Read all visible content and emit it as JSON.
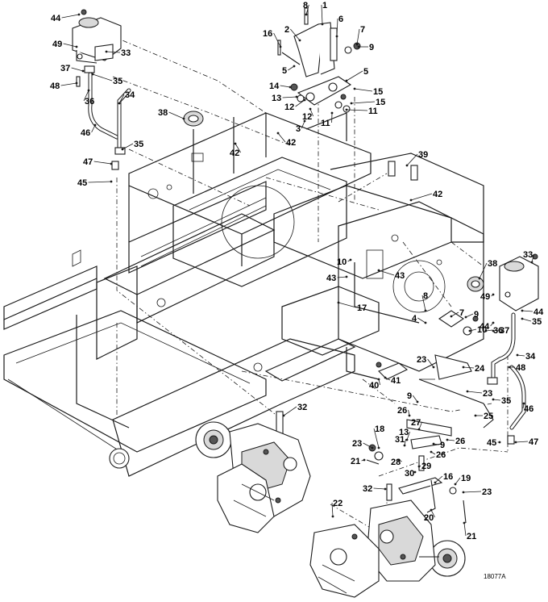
{
  "figure": {
    "figure_id": "18077A",
    "callouts": [
      {
        "label": "44"
      },
      {
        "label": "8"
      },
      {
        "label": "1"
      },
      {
        "label": "6"
      },
      {
        "label": "16"
      },
      {
        "label": "2"
      },
      {
        "label": "7"
      },
      {
        "label": "49"
      },
      {
        "label": "33"
      },
      {
        "label": "9"
      },
      {
        "label": "5"
      },
      {
        "label": "37"
      },
      {
        "label": "48"
      },
      {
        "label": "35"
      },
      {
        "label": "36"
      },
      {
        "label": "34"
      },
      {
        "label": "5"
      },
      {
        "label": "14"
      },
      {
        "label": "15"
      },
      {
        "label": "13"
      },
      {
        "label": "12"
      },
      {
        "label": "15"
      },
      {
        "label": "11"
      },
      {
        "label": "38"
      },
      {
        "label": "12"
      },
      {
        "label": "3"
      },
      {
        "label": "11"
      },
      {
        "label": "46"
      },
      {
        "label": "42"
      },
      {
        "label": "42"
      },
      {
        "label": "35"
      },
      {
        "label": "47"
      },
      {
        "label": "39"
      },
      {
        "label": "45"
      },
      {
        "label": "42"
      },
      {
        "label": "10"
      },
      {
        "label": "43"
      },
      {
        "label": "43"
      },
      {
        "label": "38"
      },
      {
        "label": "33"
      },
      {
        "label": "8"
      },
      {
        "label": "49"
      },
      {
        "label": "17"
      },
      {
        "label": "7"
      },
      {
        "label": "44"
      },
      {
        "label": "9"
      },
      {
        "label": "35"
      },
      {
        "label": "4"
      },
      {
        "label": "44"
      },
      {
        "label": "37"
      },
      {
        "label": "36"
      },
      {
        "label": "10"
      },
      {
        "label": "34"
      },
      {
        "label": "23"
      },
      {
        "label": "24"
      },
      {
        "label": "48"
      },
      {
        "label": "40"
      },
      {
        "label": "41"
      },
      {
        "label": "23"
      },
      {
        "label": "9"
      },
      {
        "label": "35"
      },
      {
        "label": "32"
      },
      {
        "label": "26"
      },
      {
        "label": "25"
      },
      {
        "label": "46"
      },
      {
        "label": "27"
      },
      {
        "label": "18"
      },
      {
        "label": "13"
      },
      {
        "label": "31"
      },
      {
        "label": "26"
      },
      {
        "label": "9"
      },
      {
        "label": "23"
      },
      {
        "label": "21"
      },
      {
        "label": "28"
      },
      {
        "label": "26"
      },
      {
        "label": "45"
      },
      {
        "label": "47"
      },
      {
        "label": "30"
      },
      {
        "label": "29"
      },
      {
        "label": "32"
      },
      {
        "label": "16"
      },
      {
        "label": "19"
      },
      {
        "label": "23"
      },
      {
        "label": "22"
      },
      {
        "label": "20"
      },
      {
        "label": "21"
      }
    ]
  }
}
